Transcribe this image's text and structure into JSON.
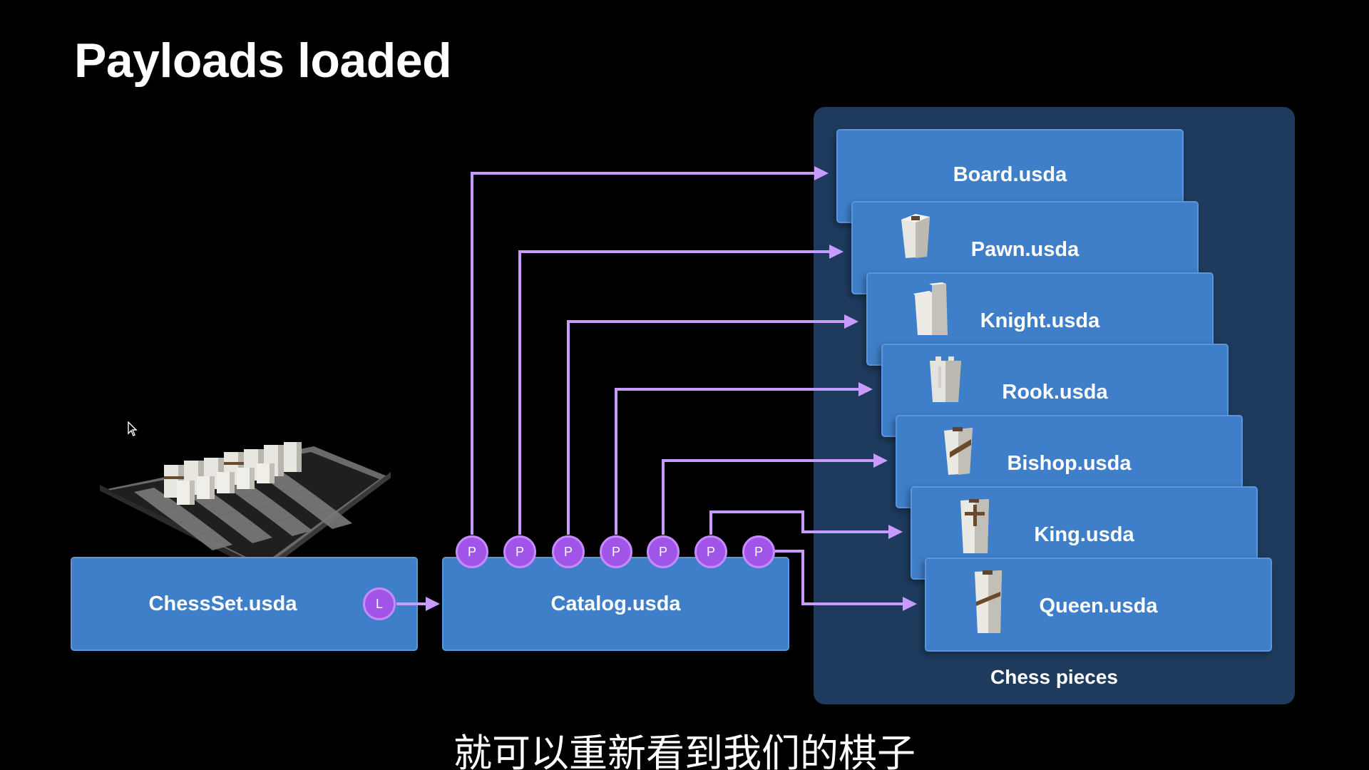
{
  "title": "Payloads loaded",
  "subtitle": "就可以重新看到我们的棋子",
  "colors": {
    "background": "#000000",
    "file_box": "#3f7fc9",
    "group_panel": "#1e3b5e",
    "badge": "#a154e8",
    "arrow": "#c79bff"
  },
  "chessset": {
    "label": "ChessSet.usda",
    "badge": "L"
  },
  "catalog": {
    "label": "Catalog.usda",
    "badges": [
      "P",
      "P",
      "P",
      "P",
      "P",
      "P",
      "P"
    ]
  },
  "chess_pieces": {
    "group_label": "Chess pieces",
    "files": [
      {
        "label": "Board.usda",
        "icon": "none"
      },
      {
        "label": "Pawn.usda",
        "icon": "pawn-icon"
      },
      {
        "label": "Knight.usda",
        "icon": "knight-icon"
      },
      {
        "label": "Rook.usda",
        "icon": "rook-icon"
      },
      {
        "label": "Bishop.usda",
        "icon": "bishop-icon"
      },
      {
        "label": "King.usda",
        "icon": "king-icon"
      },
      {
        "label": "Queen.usda",
        "icon": "queen-icon"
      }
    ]
  }
}
